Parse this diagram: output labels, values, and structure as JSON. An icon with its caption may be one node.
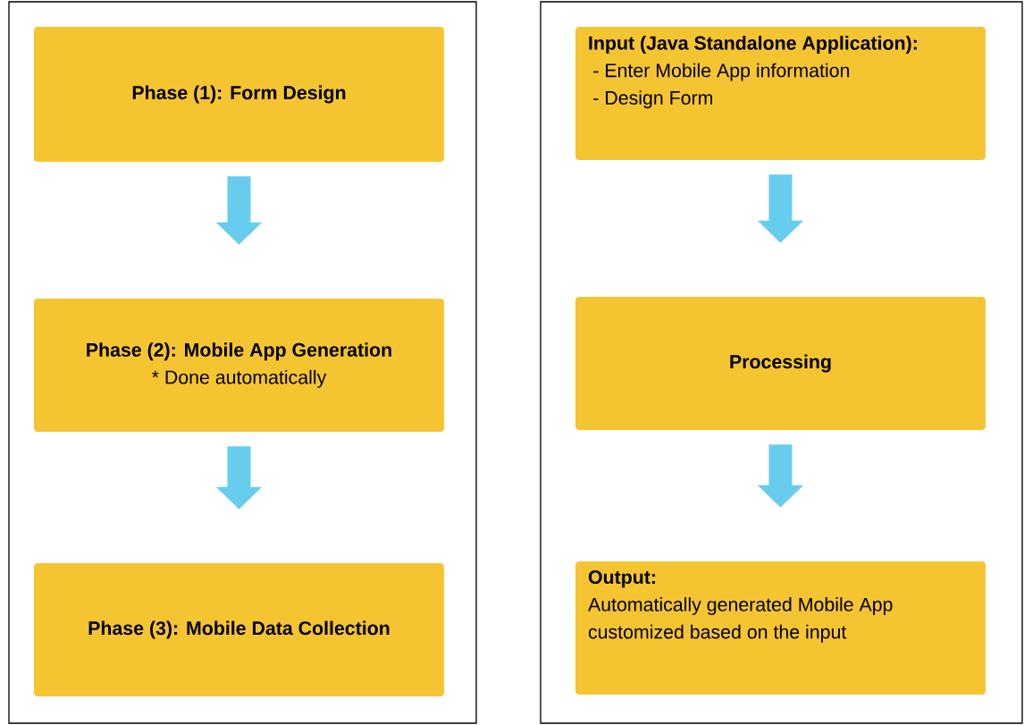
{
  "diagram": {
    "nodes": [
      {
        "text": [],
        "shape": "box"
      },
      {
        "text": [
          "Phase (1): Form Design"
        ],
        "in": 0
      },
      {
        "text": [
          "Phase (2): Mobile App Generation",
          "* Done automatically"
        ],
        "in": 0
      },
      {
        "text": [
          "Phase (3): Mobile Data Collection"
        ],
        "in": 0
      },
      {
        "text": [],
        "shape": "box"
      },
      {
        "text": [
          "Input (Java Standalone Application):",
          "- Enter Mobile App information",
          "- Design Form"
        ],
        "in": 4
      },
      {
        "text": [
          "Processing"
        ],
        "in": 4
      },
      {
        "text": [
          "Output:",
          "Automatically generated Mobile App customized based on the input"
        ],
        "in": 4
      }
    ],
    "edges": [
      {
        "from": 1,
        "to": 2,
        "arrow": "to"
      },
      {
        "from": 2,
        "to": 3,
        "arrow": "to"
      },
      {
        "from": 5,
        "to": 6,
        "arrow": "to"
      },
      {
        "from": 6,
        "to": 7,
        "arrow": "to"
      }
    ]
  }
}
